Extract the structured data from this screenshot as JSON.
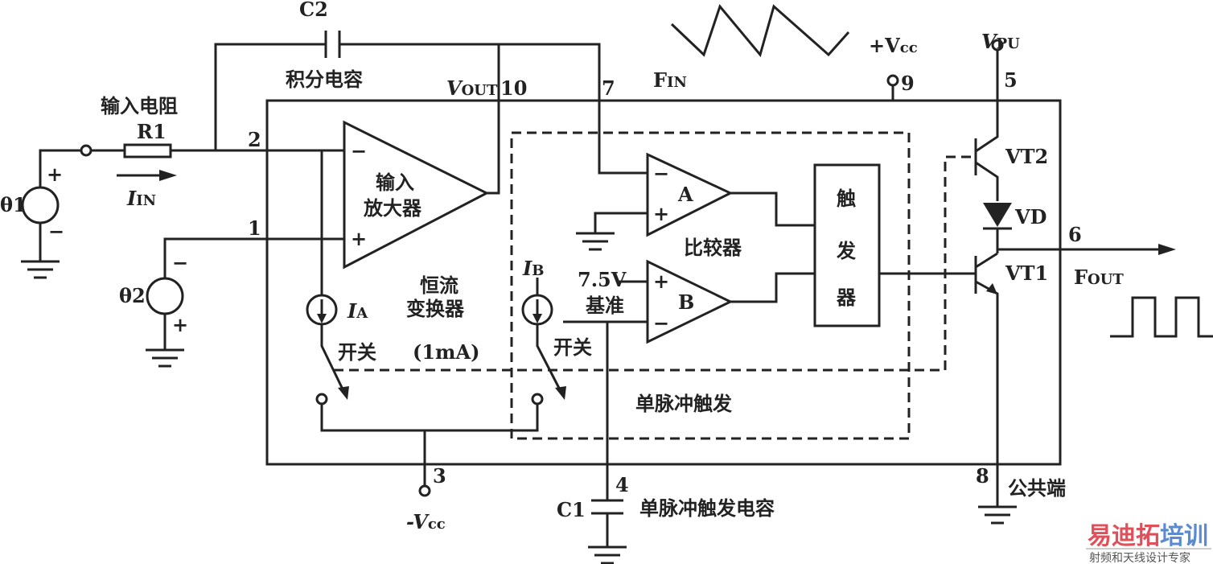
{
  "labels": {
    "c2": "C2",
    "c2_desc": "积分电容",
    "vout": "V",
    "vout_sub": "OUT",
    "pin10": "10",
    "pin7": "7",
    "fin": "F",
    "fin_sub": "IN",
    "vcc_plus": "+V",
    "vcc_sub": "cc",
    "pin9": "9",
    "vpu": "V",
    "vpu_sub": "PU",
    "pin5": "5",
    "vt2": "VT2",
    "vd": "VD",
    "vt1": "VT1",
    "pin6": "6",
    "fout": "F",
    "fout_sub": "OUT",
    "r1_desc": "输入电阻",
    "r1": "R1",
    "iin": "I",
    "iin_sub": "IN",
    "e1": "θ1",
    "e2": "θ2",
    "pin2": "2",
    "pin1": "1",
    "amp_line1": "输入",
    "amp_line2": "放大器",
    "comparator": "比较器",
    "cc_line1": "恒流",
    "cc_line2": "变换器",
    "ia": "I",
    "ia_sub": "A",
    "switch_a": "开关",
    "current": "(1mA)",
    "ib": "I",
    "ib_sub": "B",
    "switch_b": "开关",
    "ref_v": "7.5V",
    "ref": "基准",
    "comp_a": "A",
    "comp_b": "B",
    "trig1": "触",
    "trig2": "发",
    "trig3": "器",
    "oneshot": "单脉冲触发",
    "pin3": "3",
    "vcc_minus": "-V",
    "vcc_minus_sub": "cc",
    "pin4": "4",
    "c1": "C1",
    "c1_desc": "单脉冲触发电容",
    "pin8": "8",
    "common": "公共端",
    "plus": "+",
    "minus": "−"
  },
  "watermark": {
    "brand": "易迪拓培训",
    "slogan": "射频和天线设计专家",
    "brand_red": "#e0505a",
    "brand_blue": "#5a8ad0"
  }
}
